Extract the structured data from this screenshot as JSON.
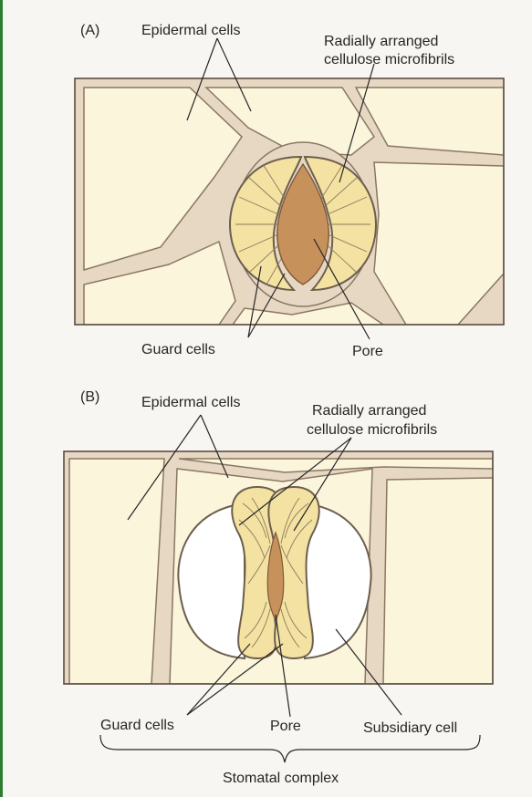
{
  "colors": {
    "cell_fill": "#fbf5dc",
    "wall_fill": "#e7d8c4",
    "wall_stroke": "#8a7763",
    "guard_fill": "#f3e2a2",
    "pore_fill": "#c7915c",
    "frame_green": "#2e7d32"
  },
  "panel_a": {
    "tag": "(A)",
    "epidermal_cells": "Epidermal cells",
    "microfibrils_line1": "Radially arranged",
    "microfibrils_line2": "cellulose microfibrils",
    "guard_cells": "Guard cells",
    "pore": "Pore"
  },
  "panel_b": {
    "tag": "(B)",
    "epidermal_cells": "Epidermal cells",
    "microfibrils_line1": "Radially arranged",
    "microfibrils_line2": "cellulose microfibrils",
    "guard_cells": "Guard cells",
    "pore": "Pore",
    "subsidiary_cell": "Subsidiary cell",
    "stomatal_complex": "Stomatal complex"
  }
}
